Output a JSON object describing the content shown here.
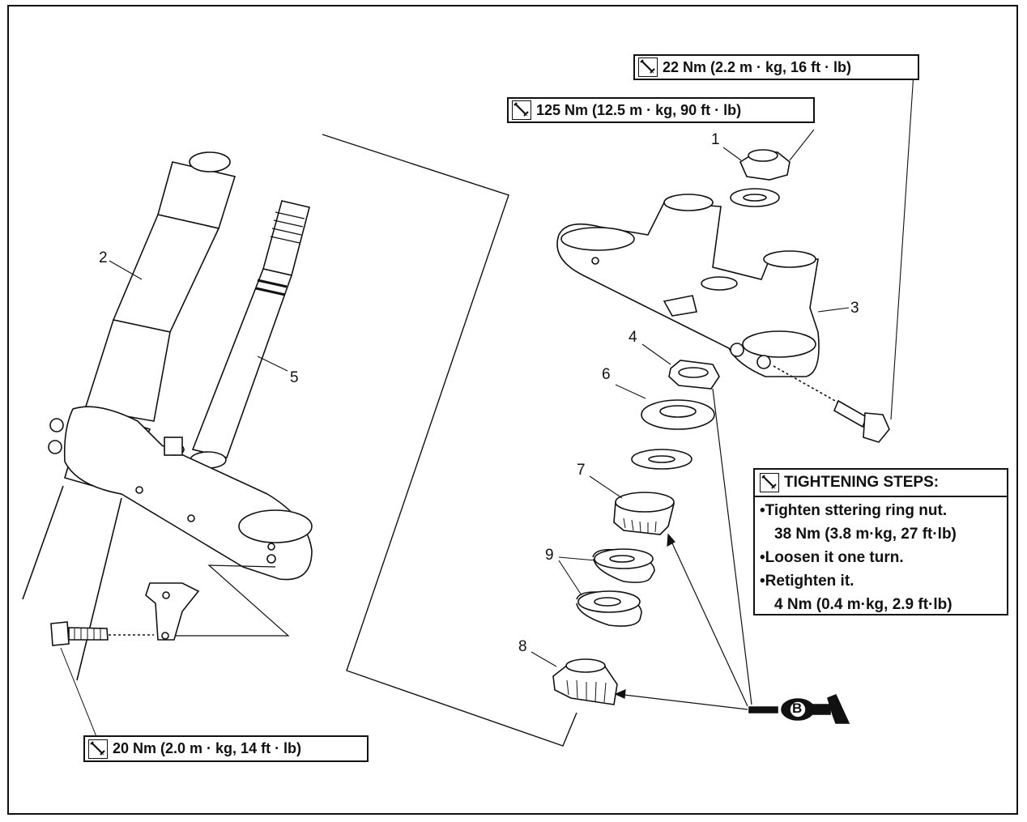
{
  "torque_specs": {
    "t1": "22 Nm (2.2 m · kg, 16 ft · lb)",
    "t2": "125 Nm (12.5 m · kg, 90 ft · lb)",
    "t3": "20 Nm (2.0 m · kg, 14 ft · lb)"
  },
  "part_numbers": [
    "1",
    "2",
    "3",
    "4",
    "5",
    "6",
    "7",
    "8",
    "9"
  ],
  "tightening_steps": {
    "title": "TIGHTENING STEPS:",
    "step1": "Tighten sttering ring nut.",
    "step1_value": "38 Nm (3.8 m·kg, 27 ft·lb)",
    "step2": "Loosen it one turn.",
    "step3": "Retighten it.",
    "step3_value": "4 Nm (0.4 m·kg, 2.9 ft·lb)"
  },
  "grease_symbol_letter": "B",
  "icons": {
    "torque": "torque-wrench-icon",
    "grease": "grease-gun-icon"
  }
}
